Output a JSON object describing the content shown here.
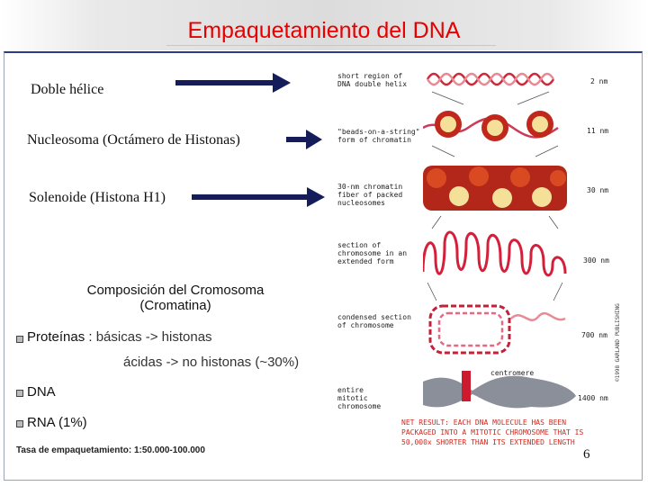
{
  "slide": {
    "title": "Empaquetamiento del DNA",
    "left": {
      "doble_helice": "Doble hélice",
      "nucleosoma": "Nucleosoma (Octámero de Histonas)",
      "solenoide": "Solenoide (Histona H1)",
      "composicion_title_1": "Composición del Cromosoma",
      "composicion_title_2": "(Cromatina)",
      "proteinas_label": "Proteínas : ",
      "proteinas_basicas": "básicas -> histonas",
      "proteinas_acidas": "ácidas -> no histonas (~30%)",
      "dna": "DNA",
      "rna": "RNA (1%)",
      "tasa": "Tasa de empaquetamiento: 1:50.000-100.000"
    },
    "slide_number": "6"
  },
  "figure": {
    "labels": {
      "helix": "short region of\nDNA double helix",
      "beads": "\"beads-on-a-string\"\nform of chromatin",
      "fiber": "30-nm chromatin\nfiber of packed\nnucleosomes",
      "extended": "section of\nchromosome in an\nextended form",
      "condensed": "condensed section\nof chromosome",
      "centromere": "centromere",
      "mitotic": "entire\nmitotic\nchromosome"
    },
    "scales": {
      "helix": "2 nm",
      "beads": "11 nm",
      "fiber": "30 nm",
      "extended": "300 nm",
      "condensed": "700 nm",
      "mitotic": "1400 nm"
    },
    "caption": "NET RESULT: EACH DNA MOLECULE HAS BEEN PACKAGED INTO A MITOTIC CHROMOSOME THAT IS 50,000x SHORTER THAN ITS EXTENDED LENGTH",
    "credit": "©1998 GARLAND PUBLISHING",
    "colors": {
      "title": "#e60000",
      "dna": "#cc2a3a",
      "histone": "#c0281c",
      "bead_light": "#f5e09a",
      "chromosome": "#8b8f9a",
      "centromere": "#cc1a2e"
    }
  }
}
